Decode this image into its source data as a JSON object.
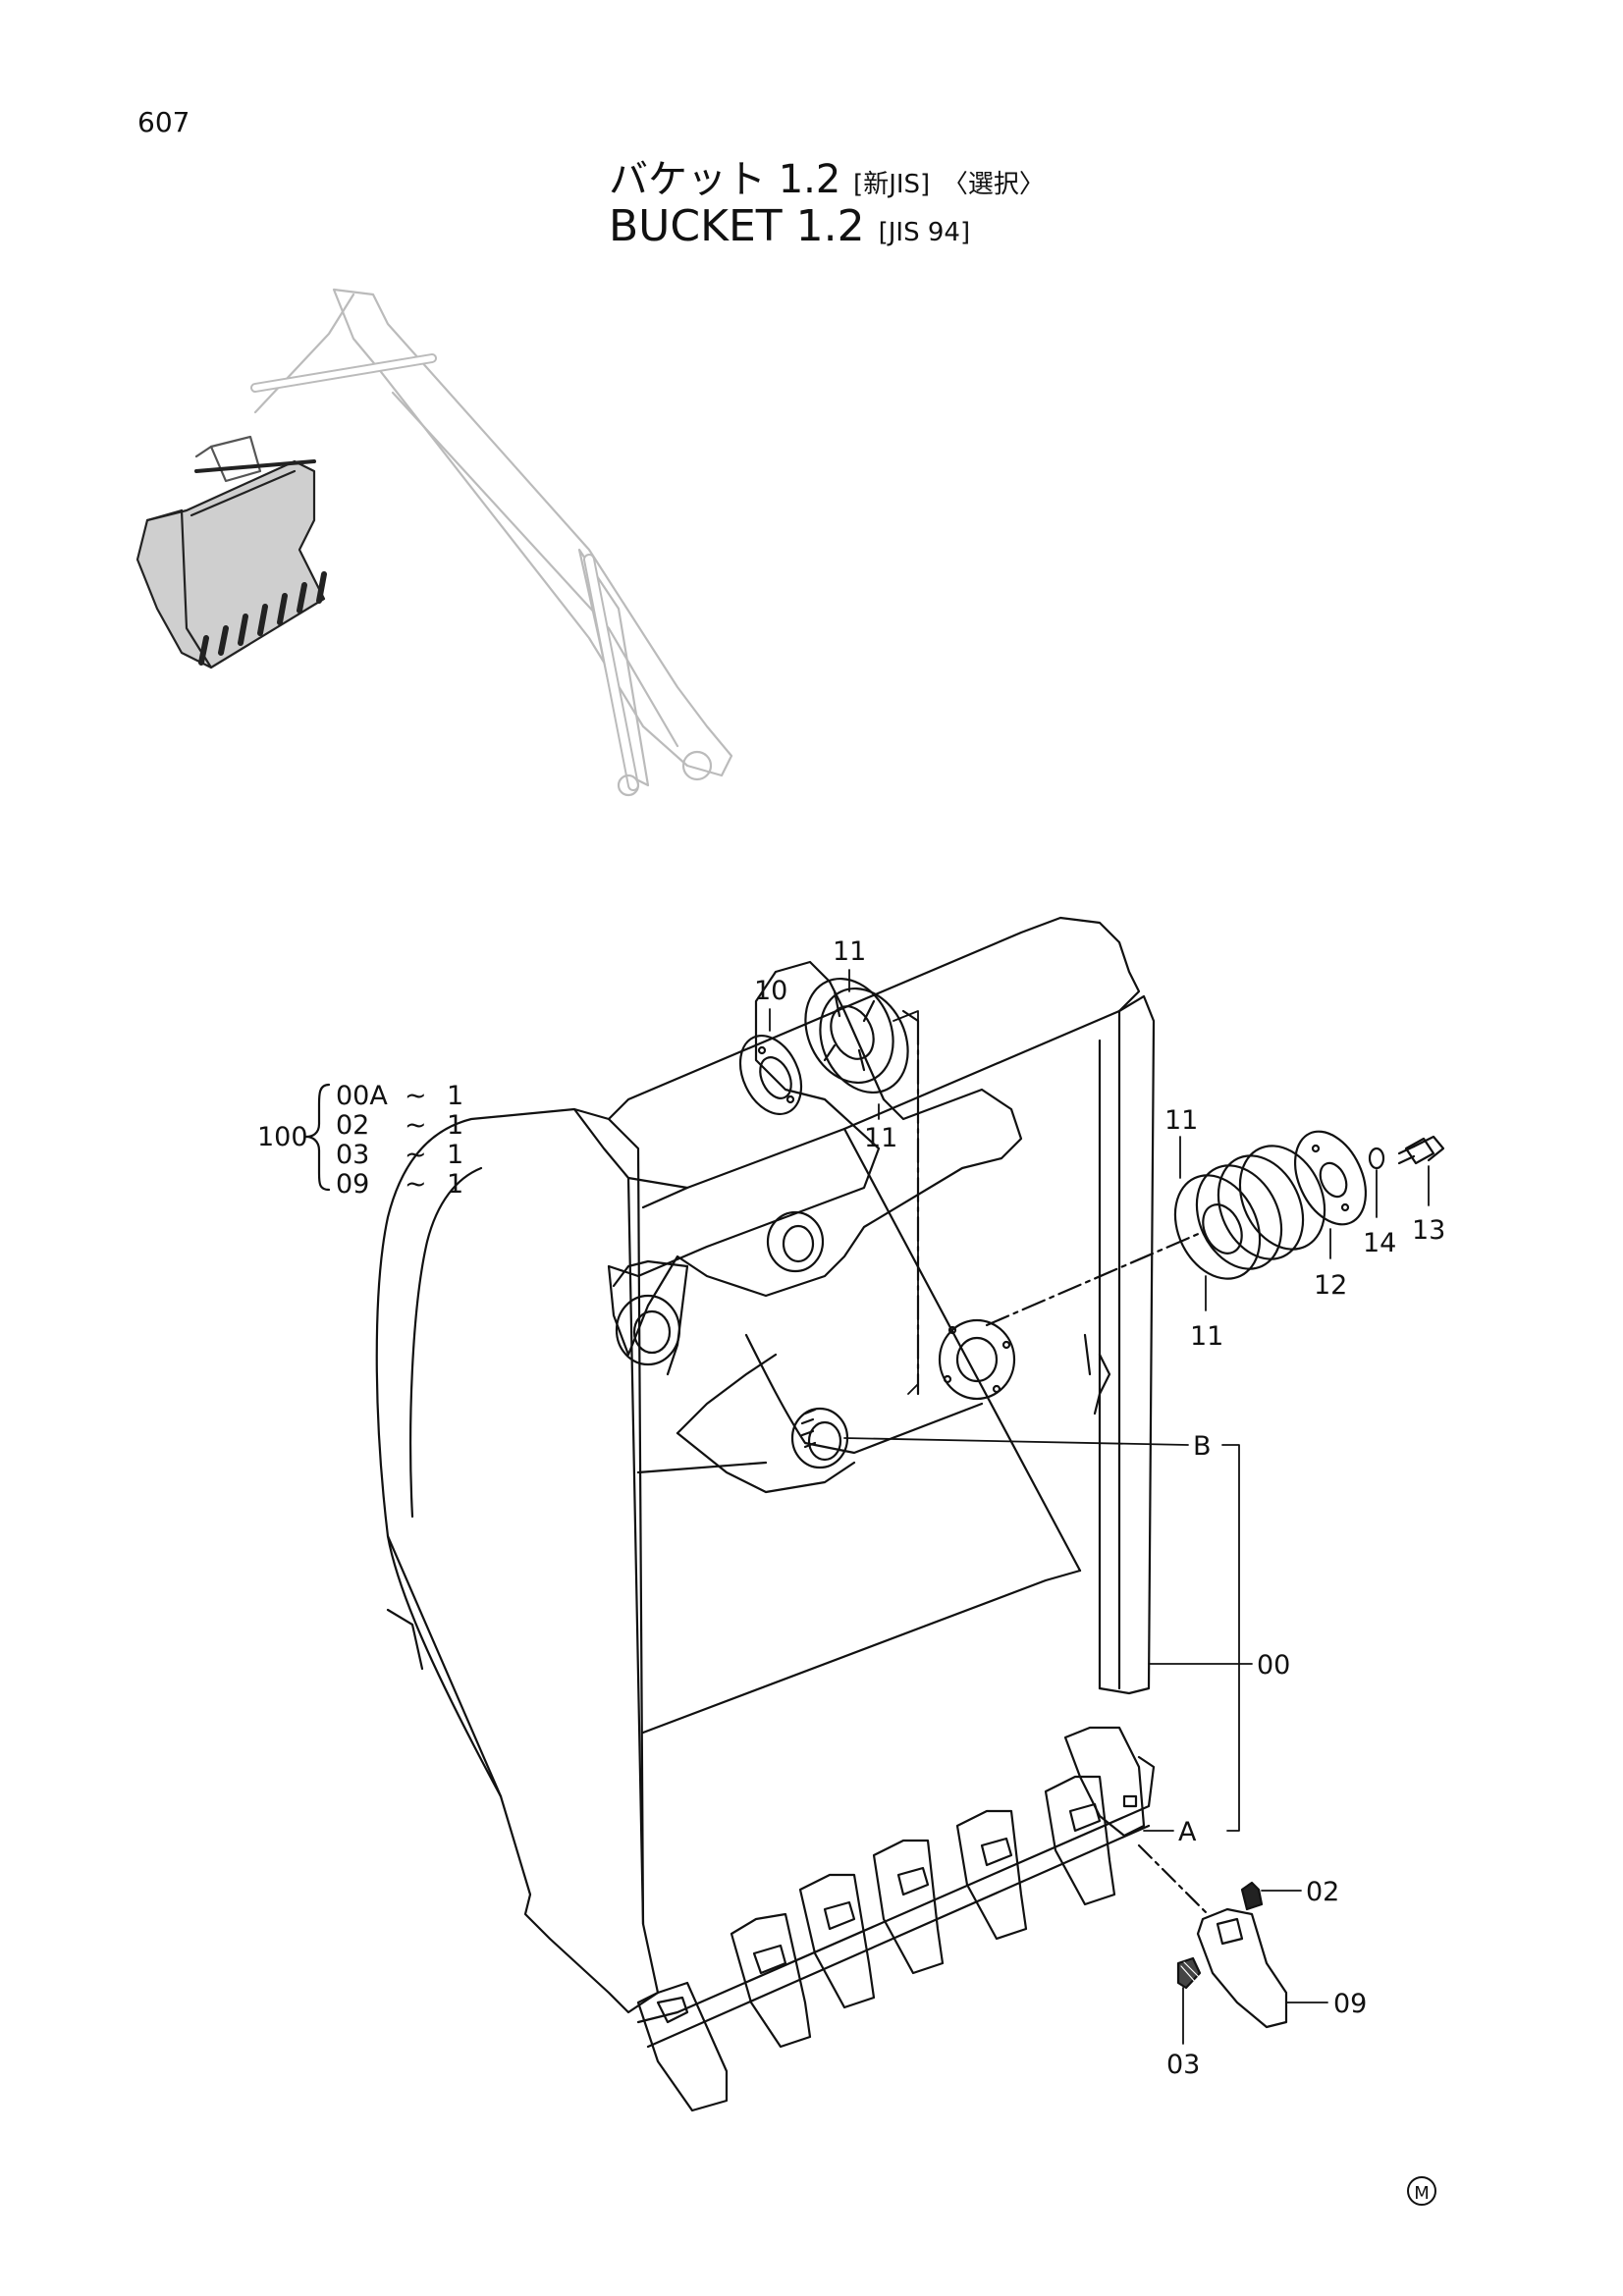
{
  "page_number": "607",
  "title_jp": {
    "main": "バケット 1.2",
    "spec": "[新JIS]",
    "option": "〈選択〉"
  },
  "title_en": {
    "main": "BUCKET 1.2",
    "spec": "[JIS 94]"
  },
  "kit": {
    "number": "100",
    "items": [
      {
        "part": "00A",
        "qty": "1"
      },
      {
        "part": "02",
        "qty": "1"
      },
      {
        "part": "03",
        "qty": "1"
      },
      {
        "part": "09",
        "qty": "1"
      }
    ],
    "sep": "~"
  },
  "callouts": {
    "p10": "10",
    "p11_top": "11",
    "p11_mid": "11",
    "p11_right_top": "11",
    "p11_right_bottom": "11",
    "p12": "12",
    "p13": "13",
    "p14": "14",
    "pB": "B",
    "p00": "00",
    "pA": "A",
    "p02": "02",
    "p09": "09",
    "p03": "03"
  },
  "footer_mark": "M"
}
